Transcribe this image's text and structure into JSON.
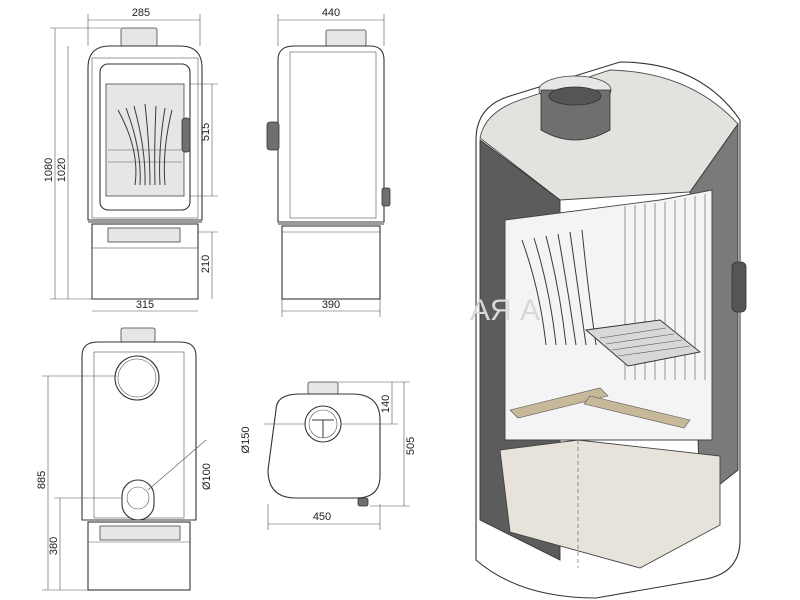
{
  "dimensions": {
    "front_top_width": "285",
    "side_top_width": "440",
    "overall_height": "1080",
    "body_height": "1020",
    "door_height": "515",
    "base_height": "210",
    "front_base_width": "315",
    "side_base_width": "390",
    "rear_height": "885",
    "rear_lower_height": "380",
    "rear_top_outlet": "Ø150",
    "rear_lower_outlet": "Ø100",
    "plan_offset": "140",
    "plan_width": "450",
    "plan_depth": "505"
  },
  "watermark": "АЯ А",
  "colors": {
    "line": "#3a3a3a",
    "fill_light": "#e6e6e6",
    "fill_dark": "#6f6f6f"
  }
}
